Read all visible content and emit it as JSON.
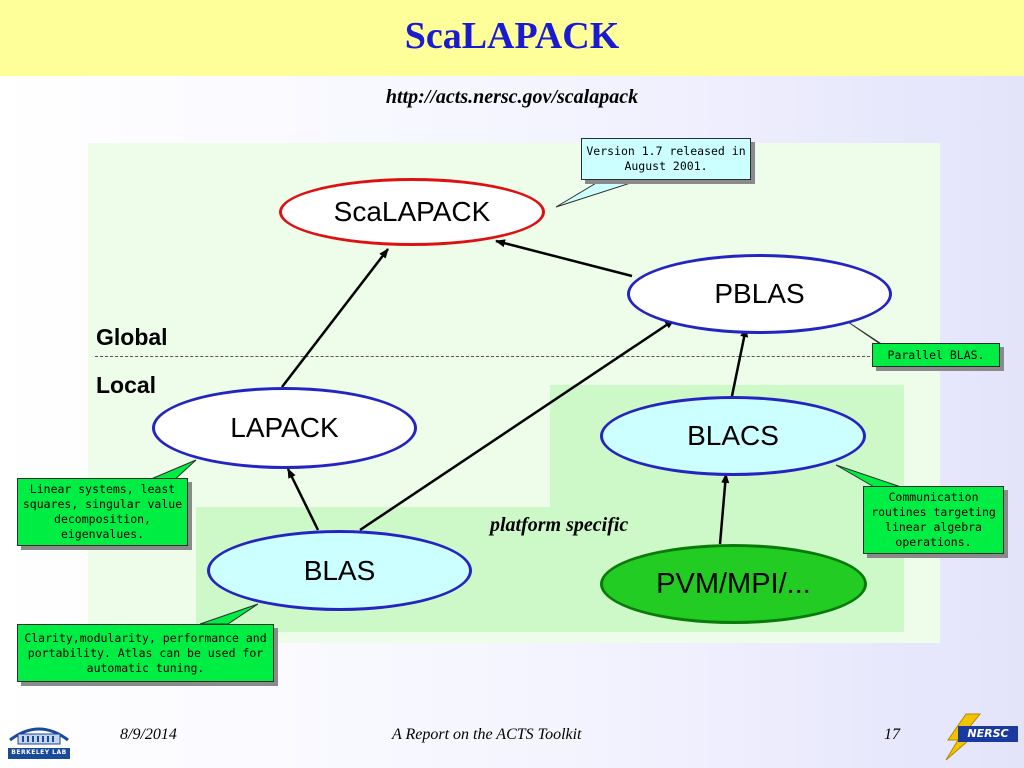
{
  "slide": {
    "title": "ScaLAPACK",
    "url": "http://acts.nersc.gov/scalapack"
  },
  "diagram": {
    "labels": {
      "global": "Global",
      "local": "Local",
      "platform_specific": "platform specific"
    },
    "nodes": {
      "scalapack": "ScaLAPACK",
      "pblas": "PBLAS",
      "lapack": "LAPACK",
      "blacs": "BLACS",
      "blas": "BLAS",
      "pvm_mpi": "PVM/MPI/..."
    },
    "callouts": {
      "version": "Version 1.7 released in August 2001.",
      "parallel_blas": "Parallel BLAS.",
      "lapack_desc": "Linear systems, least squares, singular value decomposition, eigenvalues.",
      "blacs_desc": "Communication routines targeting linear algebra operations.",
      "blas_desc": "Clarity,modularity, performance and portability. Atlas can be used for automatic tuning."
    }
  },
  "footer": {
    "date": "8/9/2014",
    "center": "A Report on the ACTS Toolkit",
    "page": "17",
    "left_logo_text": "BERKELEY LAB",
    "right_logo_text": "NERSC"
  },
  "colors": {
    "title_blue": "#1a1ad0",
    "title_bar": "#ffff99",
    "node_border_blue": "#2424c0",
    "node_border_red": "#dd1111",
    "node_green": "#22cc22",
    "callout_cyan": "#ccffff",
    "callout_green": "#00ee44"
  }
}
